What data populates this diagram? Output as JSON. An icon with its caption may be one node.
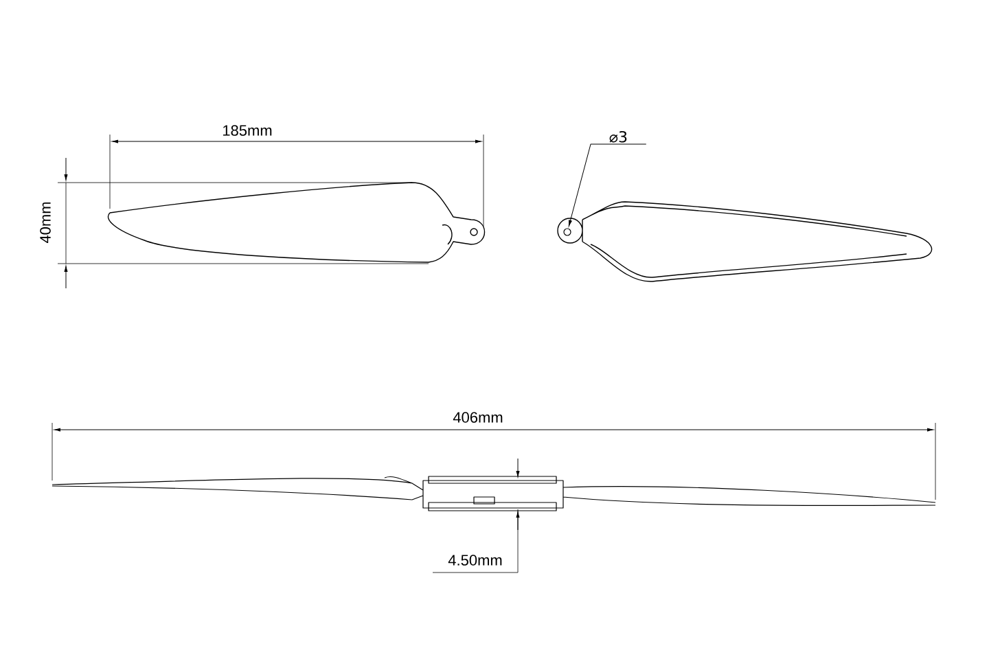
{
  "diagram": {
    "nodes": [
      {
        "text": [
          "⌀3"
        ]
      },
      {
        "text": [],
        "shape": "circle"
      }
    ],
    "edges": [
      {
        "from": 0,
        "to": 1,
        "arrow": "to"
      }
    ],
    "labels": [
      "185mm",
      "40mm",
      "406mm",
      "4.50mm"
    ]
  }
}
